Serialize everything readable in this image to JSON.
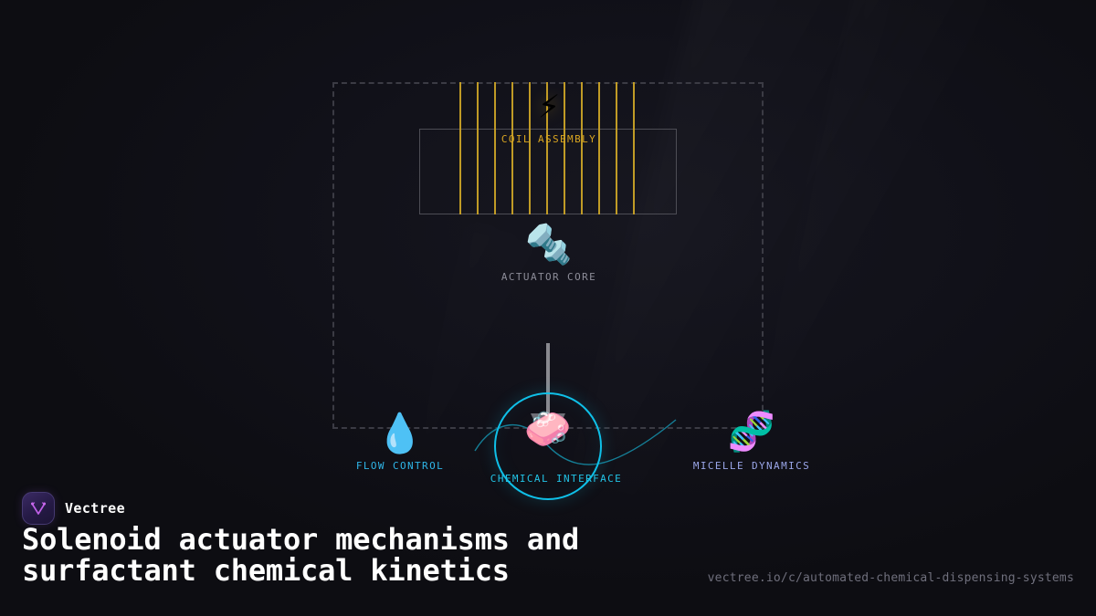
{
  "canvas": {
    "background_color": "#0d0d12",
    "enclosure": {
      "name": "solenoid-enclosure",
      "style": "dashed",
      "color": "#3b3b44"
    }
  },
  "nodes": [
    {
      "id": "coil-assembly",
      "label": "COIL ASSEMBLY",
      "icon": "high-voltage-icon",
      "emoji": "⚡",
      "color": "#d9a521",
      "coil_line_count": 11,
      "box_color": "#4d4d55"
    },
    {
      "id": "actuator-core",
      "label": "ACTUATOR CORE",
      "icon": "nut-and-bolt-icon",
      "emoji": "🔩",
      "color": "#8d8d99"
    },
    {
      "id": "flow-control",
      "label": "FLOW CONTROL",
      "icon": "droplet-icon",
      "emoji": "💧",
      "color": "#2fb6e8"
    },
    {
      "id": "chemical-interface",
      "label": "CHEMICAL INTERFACE",
      "icon": "soap-icon",
      "emoji": "🧼",
      "color": "#22c3e6",
      "ring_color": "#0fc0e8"
    },
    {
      "id": "micelle-dynamics",
      "label": "MICELLE DYNAMICS",
      "icon": "dna-icon",
      "emoji": "🧬",
      "color": "#9aa6e8"
    }
  ],
  "connectors": [
    {
      "id": "actuator-to-chemical",
      "type": "arrow",
      "direction": "down",
      "color": "#8a8a90"
    },
    {
      "id": "surfactant-wave",
      "type": "sine-curve",
      "color": "#157e96"
    }
  ],
  "caption": {
    "brand_name": "Vectree",
    "brand_mark_icon": "vectree-logo-icon",
    "headline": "Solenoid actuator mechanisms and surfactant chemical kinetics",
    "url": "vectree.io/c/automated-chemical-dispensing-systems"
  }
}
